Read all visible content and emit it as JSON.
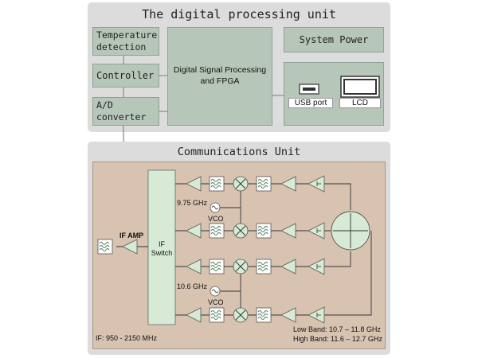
{
  "digital_unit": {
    "title": "The digital processing unit",
    "temperature": "Temperature detection",
    "controller": "Controller",
    "adc": "A/D converter",
    "dsp": "Digital Signal Processing and FPGA",
    "system_power": "System Power",
    "usb": "USB port",
    "lcd": "LCD"
  },
  "comm_unit": {
    "title": "Communications Unit",
    "if_switch": "IF Switch",
    "if_amp": "IF AMP",
    "lo1_freq": "9.75 GHz",
    "lo2_freq": "10.6 GHz",
    "vco1": "VCO",
    "vco2": "VCO",
    "if_range": "IF: 950 - 2150 MHz",
    "low_band": "Low Band: 10.7 – 11.8 GHz",
    "high_band": "High Band: 11.6 – 12.7 GHz"
  }
}
